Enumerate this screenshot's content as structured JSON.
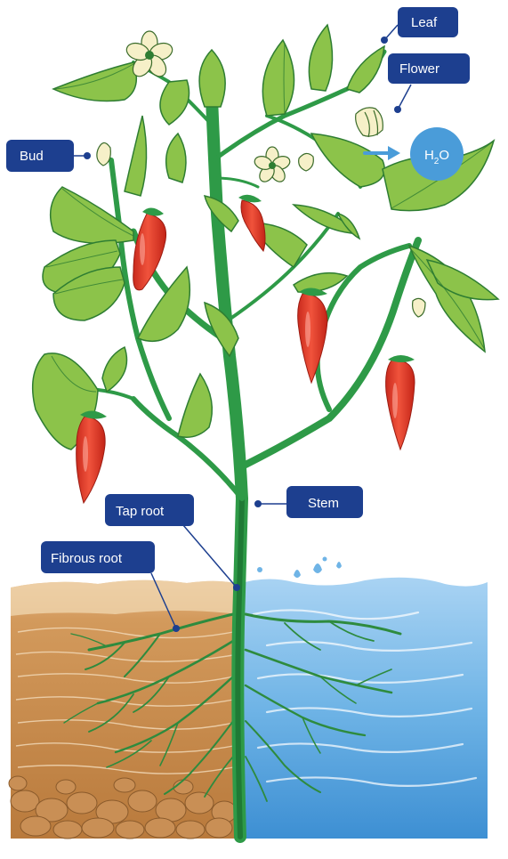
{
  "labels": {
    "leaf": "Leaf",
    "flower": "Flower",
    "bud": "Bud",
    "stem": "Stem",
    "tap_root": "Tap root",
    "fibrous_root": "Fibrous root"
  },
  "water_badge": {
    "main": "H",
    "subscript": "2",
    "suffix": "O"
  },
  "colors": {
    "label_bg": "#1d3f8f",
    "stem": "#2e9a47",
    "leaf": "#8cc34a",
    "pepper": "#e23b2a",
    "soil": "#c98a48",
    "water": "#5aa9e0",
    "badge": "#4a9cd9"
  }
}
